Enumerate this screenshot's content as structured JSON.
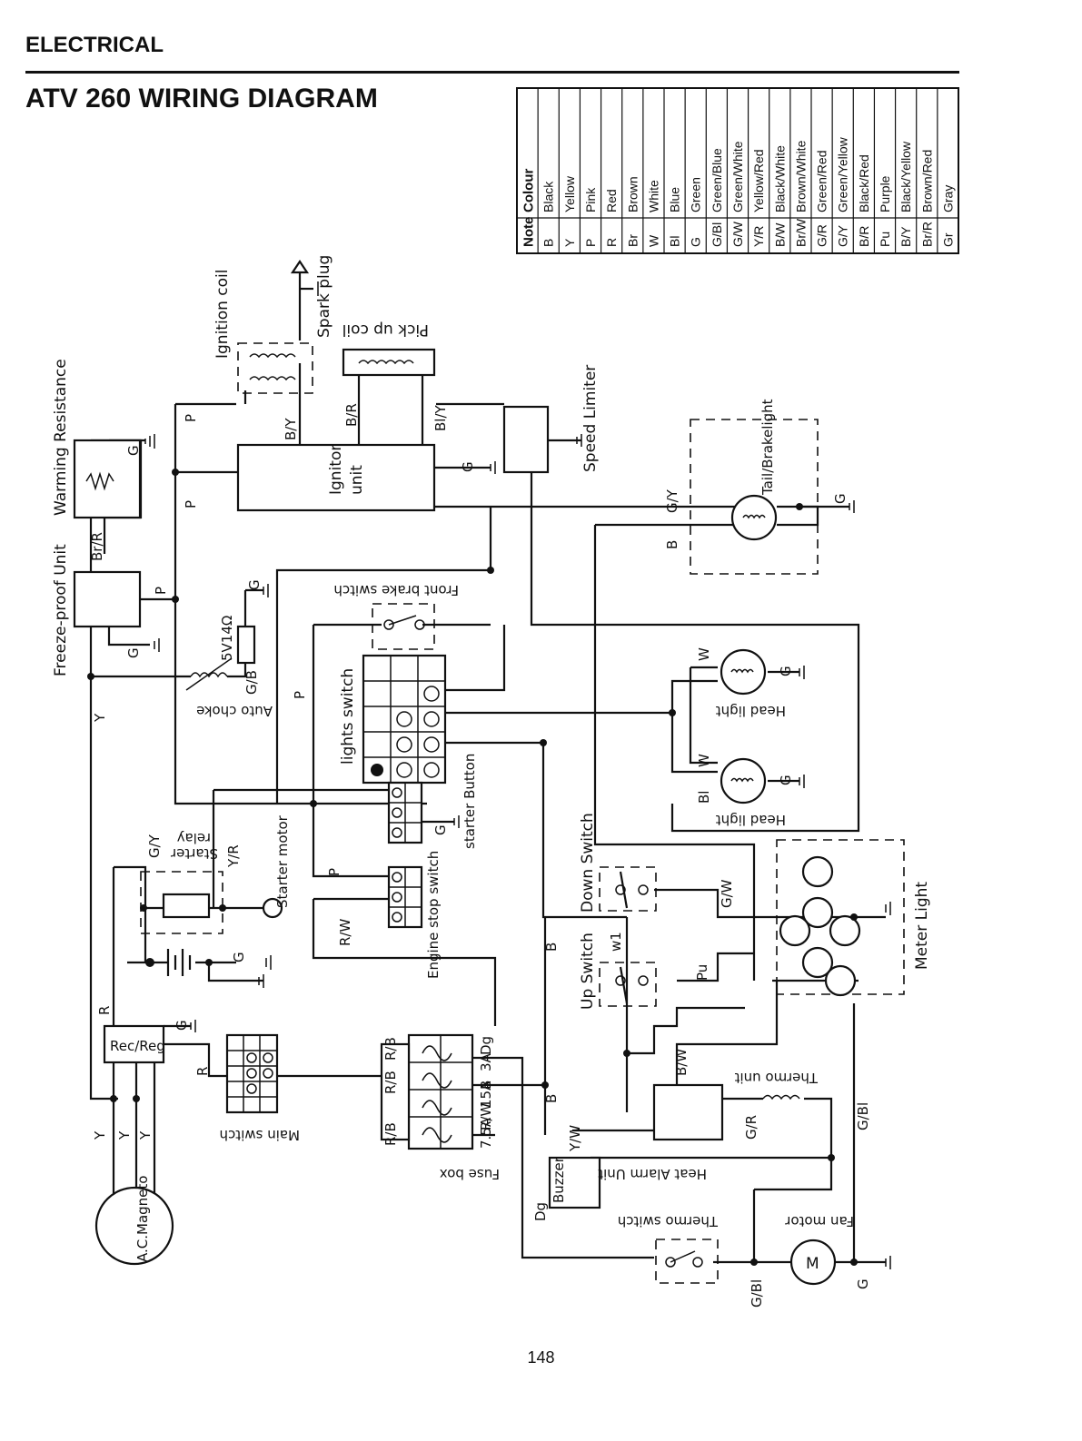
{
  "header": {
    "section": "ELECTRICAL",
    "title": "ATV 260 WIRING DIAGRAM"
  },
  "legend": {
    "note_header": "Note",
    "colour_header": "Colour",
    "rows": [
      {
        "note": "B",
        "colour": "Black"
      },
      {
        "note": "Y",
        "colour": "Yellow"
      },
      {
        "note": "P",
        "colour": "Pink"
      },
      {
        "note": "R",
        "colour": "Red"
      },
      {
        "note": "Br",
        "colour": "Brown"
      },
      {
        "note": "W",
        "colour": "White"
      },
      {
        "note": "Bl",
        "colour": "Blue"
      },
      {
        "note": "G",
        "colour": "Green"
      },
      {
        "note": "G/Bl",
        "colour": "Green/Blue"
      },
      {
        "note": "G/W",
        "colour": "Green/White"
      },
      {
        "note": "Y/R",
        "colour": "Yellow/Red"
      },
      {
        "note": "B/W",
        "colour": "Black/White"
      },
      {
        "note": "Br/W",
        "colour": "Brown/White"
      },
      {
        "note": "G/R",
        "colour": "Green/Red"
      },
      {
        "note": "G/Y",
        "colour": "Green/Yellow"
      },
      {
        "note": "B/R",
        "colour": "Black/Red"
      },
      {
        "note": "Pu",
        "colour": "Purple"
      },
      {
        "note": "B/Y",
        "colour": "Black/Yellow"
      },
      {
        "note": "Br/R",
        "colour": "Brown/Red"
      },
      {
        "note": "Gr",
        "colour": "Gray"
      }
    ]
  },
  "components": {
    "warming_resistance": "Warming Resistance",
    "freeze_proof": "Freeze-proof Unit",
    "ignition_coil": "Ignition coil",
    "spark_plug": "Spark plug",
    "pickup_coil": "Pick up coil",
    "ignitor_unit_1": "Ignitor",
    "ignitor_unit_2": "unit",
    "speed_limiter": "Speed Limiter",
    "tail_brake": "Tail/Brakelight",
    "front_brake": "Front brake switch",
    "auto_choke": "Auto choke",
    "resistor_5v14": "5V14Ω",
    "lights_switch": "lights switch",
    "head_light_1": "Head light",
    "head_light_2": "Head light",
    "starter_button": "starter Button",
    "starter_relay_1": "Starter",
    "starter_relay_2": "relay",
    "starter_motor": "Starter motor",
    "engine_stop": "Engine stop switch",
    "down_switch": "Down Switch",
    "up_switch": "Up Switch",
    "meter_light": "Meter Light",
    "rec_reg": "Rec/Reg",
    "main_switch": "Main switch",
    "fuse_box": "Fuse box",
    "thermo_unit": "Thermo unit",
    "heat_alarm": "Heat Alarm Unit",
    "buzzer": "Buzzer",
    "thermo_switch": "Thermo switch",
    "fan_motor": "Fan motor",
    "ac_magneto": "A.C.Magneto",
    "motor_symbol": "M",
    "fuse_3a": "3A",
    "fuse_15a": "15A",
    "fuse_75a": "7.5A",
    "w1": "w1"
  },
  "wire_labels": {
    "G": "G",
    "P": "P",
    "Y": "Y",
    "R": "R",
    "B": "B",
    "W": "W",
    "Bl": "Bl",
    "Dg": "Dg",
    "BR": "Br/R",
    "BY": "B/Y",
    "B_R": "B/R",
    "BlY": "Bl/Y",
    "GY": "G/Y",
    "GB": "G/B",
    "YR": "Y/R",
    "RW": "R/W",
    "RB": "R/B",
    "GW": "G/W",
    "Pu": "Pu",
    "BW": "B/W",
    "GR": "G/R",
    "GBl": "G/Bl",
    "YW": "Y/W"
  },
  "page": {
    "number": "148"
  }
}
